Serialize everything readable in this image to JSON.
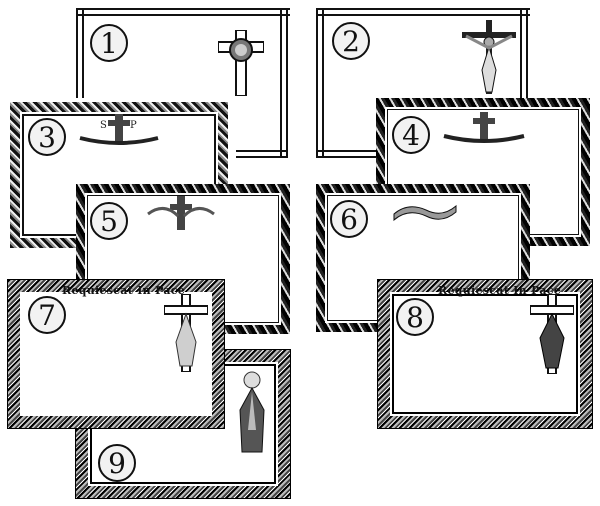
{
  "frames": [
    {
      "number": "1",
      "style": "double-line",
      "emblem": "cross-with-face-icon"
    },
    {
      "number": "2",
      "style": "double-line",
      "emblem": "crucifix-icon"
    },
    {
      "number": "3",
      "style": "lace",
      "emblem": "cross-monogram-icon"
    },
    {
      "number": "4",
      "style": "leaf",
      "emblem": "cross-monogram-icon"
    },
    {
      "number": "5",
      "style": "leaf",
      "emblem": "cross-palm-icon"
    },
    {
      "number": "6",
      "style": "leaf",
      "emblem": "ribbon-scroll-icon"
    },
    {
      "number": "7",
      "style": "ornate",
      "caption": "Requiescat In Pace",
      "emblem": "cross-figure-icon"
    },
    {
      "number": "8",
      "style": "ornate",
      "caption": "Requiescat In Pace",
      "emblem": "cross-figure-dark-icon"
    },
    {
      "number": "9",
      "style": "ornate",
      "emblem": "saint-figure-icon"
    }
  ],
  "colors": {
    "ink": "#111111",
    "paper": "#ffffff",
    "badge": "#f2f2f2"
  }
}
